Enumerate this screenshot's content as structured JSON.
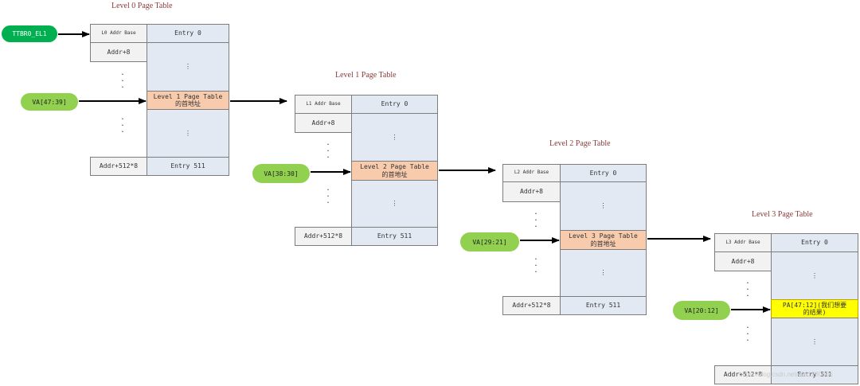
{
  "colors": {
    "title": "#8b3a3a",
    "cell_left": "#f2f2f2",
    "cell_right": "#e3e9f3",
    "highlight": "#f8cbad",
    "result": "#ffff00",
    "pill_dark": "#00b050",
    "pill_light": "#92d050",
    "arrow": "#000000"
  },
  "tables": [
    {
      "title": "Level 0 Page Table",
      "base_label": "L0 Addr Base",
      "entry0": "Entry 0",
      "addr8": "Addr+8",
      "dots": "⋮",
      "target_lines": [
        "Level 1 Page Table",
        "的首地址"
      ],
      "addr512": "Addr+512*8",
      "entry511": "Entry 511"
    },
    {
      "title": "Level 1 Page Table",
      "base_label": "L1 Addr Base",
      "entry0": "Entry 0",
      "addr8": "Addr+8",
      "dots": "⋮",
      "target_lines": [
        "Level 2 Page Table",
        "的首地址"
      ],
      "addr512": "Addr+512*8",
      "entry511": "Entry 511"
    },
    {
      "title": "Level 2 Page Table",
      "base_label": "L2 Addr Base",
      "entry0": "Entry 0",
      "addr8": "Addr+8",
      "dots": "⋮",
      "target_lines": [
        "Level 3 Page Table",
        "的首地址"
      ],
      "addr512": "Addr+512*8",
      "entry511": "Entry 511"
    },
    {
      "title": "Level 3 Page Table",
      "base_label": "L3 Addr Base",
      "entry0": "Entry 0",
      "addr8": "Addr+8",
      "dots": "⋮",
      "target_lines": [
        "PA[47:12](我们想要",
        "的结果)"
      ],
      "addr512": "Addr+512*8",
      "entry511": "Entry 511"
    }
  ],
  "base_register": "TTBR0_EL1",
  "va_labels": [
    "VA[47:39]",
    "VA[38:30]",
    "VA[29:21]",
    "VA[20:12]"
  ],
  "watermark": "https://blog.csdn.net/u011280686"
}
